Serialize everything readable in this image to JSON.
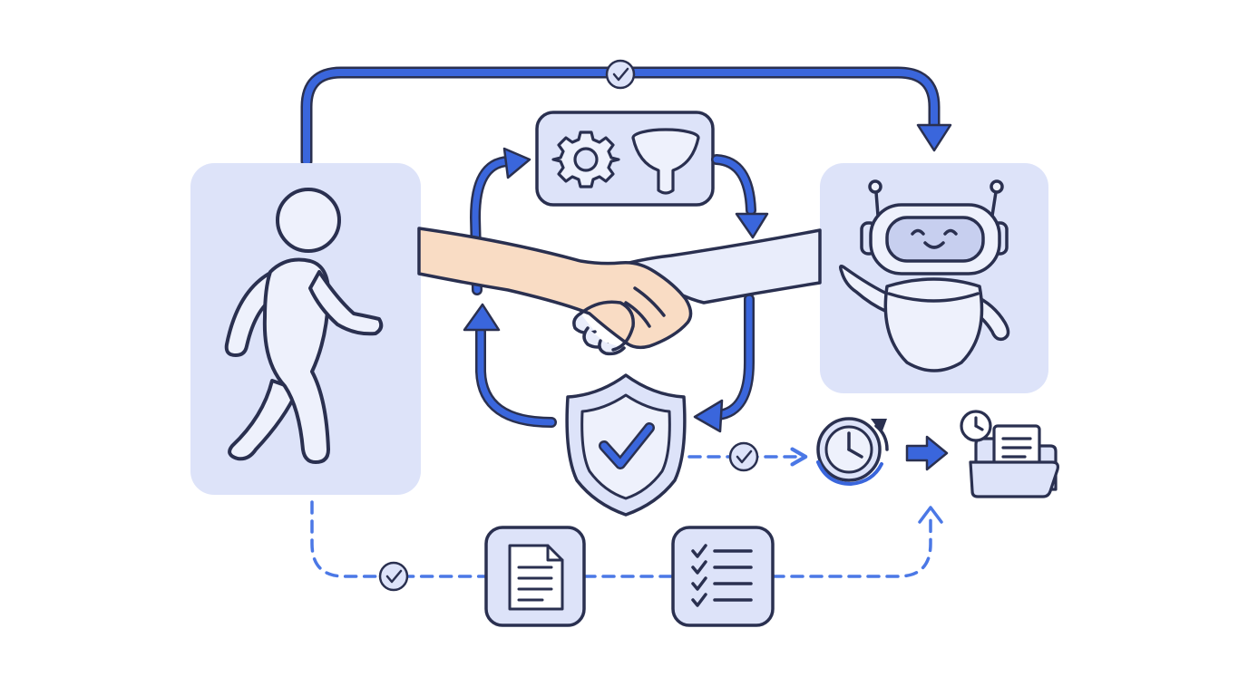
{
  "diagram": {
    "colors": {
      "background": "#ffffff",
      "panel": "#dde3f9",
      "panel_light": "#e8ecfb",
      "outline": "#2a3050",
      "accent_blue": "#3a66dc",
      "dash_blue": "#4b78e6",
      "icon_fill": "#eef1fc",
      "skin": "#f9dcc4",
      "robot_hand": "#e9edfb"
    },
    "nodes": [
      {
        "id": "human-panel",
        "icon": "walking-person-icon"
      },
      {
        "id": "robot-panel",
        "icon": "friendly-robot-icon"
      },
      {
        "id": "settings-filter-box",
        "icons": [
          "gear-icon",
          "funnel-icon"
        ]
      },
      {
        "id": "security-shield",
        "icon": "shield-check-icon"
      },
      {
        "id": "time-cycle",
        "icon": "clock-refresh-icon"
      },
      {
        "id": "archive",
        "icon": "folder-documents-clock-icon"
      },
      {
        "id": "document-card",
        "icon": "document-icon"
      },
      {
        "id": "checklist-card",
        "icon": "checklist-icon"
      }
    ],
    "connections": [
      {
        "from": "human-panel",
        "to": "robot-panel",
        "style": "solid",
        "checkpoint": true
      },
      {
        "from": "settings-filter-box",
        "to": "security-shield",
        "style": "solid-cycle"
      },
      {
        "from": "security-shield",
        "to": "time-cycle",
        "style": "dashed",
        "checkpoint": true
      },
      {
        "from": "time-cycle",
        "to": "archive",
        "style": "solid-arrow"
      },
      {
        "from": "human-panel",
        "to": "archive",
        "style": "dashed",
        "via": [
          "document-card",
          "checklist-card"
        ],
        "checkpoint": true
      }
    ]
  }
}
